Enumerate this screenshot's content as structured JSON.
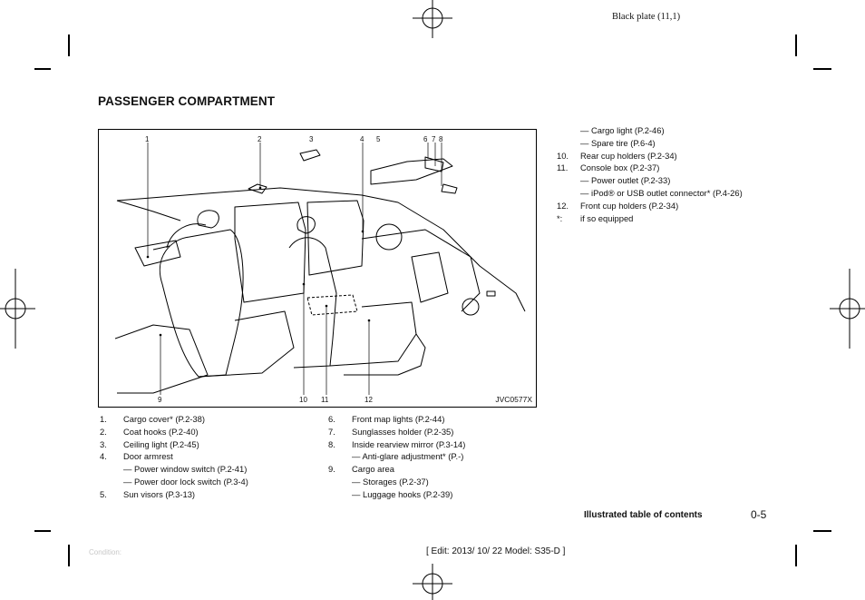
{
  "header": {
    "plate": "Black plate (11,1)"
  },
  "section_title": "PASSENGER COMPARTMENT",
  "figure": {
    "callouts": [
      "1",
      "2",
      "3",
      "4",
      "5",
      "6",
      "7",
      "8",
      "9",
      "10",
      "11",
      "12"
    ],
    "code": "JVC0577X"
  },
  "list_left": [
    {
      "num": "1.",
      "text": "Cargo cover* (P.2-38)"
    },
    {
      "num": "2.",
      "text": "Coat hooks (P.2-40)"
    },
    {
      "num": "3.",
      "text": "Ceiling light (P.2-45)"
    },
    {
      "num": "4.",
      "text": "Door armrest"
    },
    {
      "num": "",
      "text": "— Power window switch (P.2-41)"
    },
    {
      "num": "",
      "text": "— Power door lock switch (P.3-4)"
    },
    {
      "num": "5.",
      "text": "Sun visors (P.3-13)"
    }
  ],
  "list_mid": [
    {
      "num": "6.",
      "text": "Front map lights (P.2-44)"
    },
    {
      "num": "7.",
      "text": "Sunglasses holder (P.2-35)"
    },
    {
      "num": "8.",
      "text": "Inside rearview mirror (P.3-14)"
    },
    {
      "num": "",
      "text": "— Anti-glare adjustment* (P.-)"
    },
    {
      "num": "9.",
      "text": "Cargo area"
    },
    {
      "num": "",
      "text": "— Storages (P.2-37)"
    },
    {
      "num": "",
      "text": "— Luggage hooks (P.2-39)"
    }
  ],
  "list_right": [
    {
      "num": "",
      "text": "— Cargo light (P.2-46)"
    },
    {
      "num": "",
      "text": "— Spare tire (P.6-4)"
    },
    {
      "num": "10.",
      "text": "Rear cup holders (P.2-34)"
    },
    {
      "num": "11.",
      "text": "Console box (P.2-37)"
    },
    {
      "num": "",
      "text": "— Power outlet (P.2-33)"
    },
    {
      "num": "",
      "text": "— iPod® or USB outlet connector* (P.4-26)"
    },
    {
      "num": "12.",
      "text": "Front cup holders (P.2-34)"
    },
    {
      "num": "*:",
      "text": "if so equipped"
    }
  ],
  "footer": {
    "label": "Illustrated table of contents",
    "page": "0-5",
    "condition": "Condition:",
    "edit": "[ Edit: 2013/ 10/ 22   Model:  S35-D ]"
  }
}
